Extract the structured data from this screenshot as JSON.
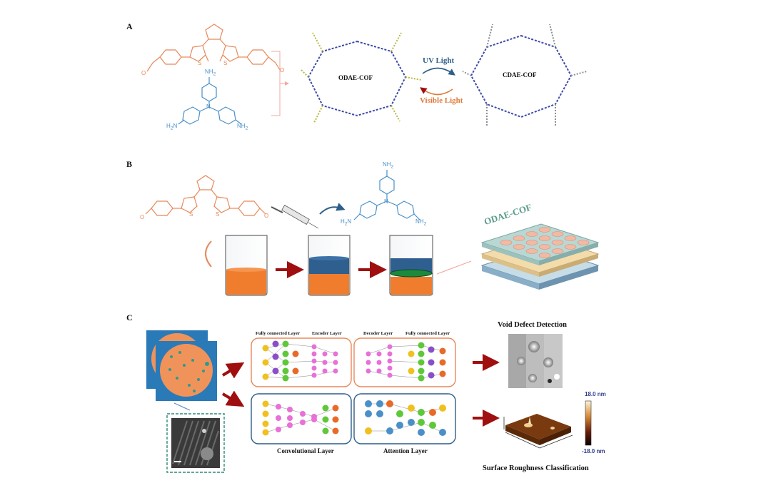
{
  "panels": {
    "a": "A",
    "b": "B",
    "c": "C"
  },
  "panel_a": {
    "cof_left": "ODAE-COF",
    "cof_right": "CDAE-COF",
    "uv_light": "UV Light",
    "visible_light": "Visible Light"
  },
  "panel_b": {
    "film_label": "ODAE-COF"
  },
  "chem": {
    "nh2": "NH",
    "nh2_sub": "2",
    "h2n": "H",
    "h2n_sub": "2",
    "n_letter": "N",
    "sulfur": "S",
    "oxygen": "O"
  },
  "panel_c": {
    "fully_connected_1": "Fully connected Layer",
    "encoder": "Encoder Layer",
    "decoder": "Decoder Layer",
    "fully_connected_2": "Fully connected Layer",
    "convolutional": "Convolutional Layer",
    "attention": "Attention Layer",
    "void_title": "Void Defect Detection",
    "roughness_title": "Surface Roughness Classification",
    "scale_max": "18.0 nm",
    "scale_min": "-18.0 nm"
  },
  "colors": {
    "orange": "#e8885a",
    "blue": "#4a90c8",
    "dark_red": "#a00f0f",
    "uv_blue": "#2d5f8a",
    "visible_orange": "#e07a3a"
  }
}
